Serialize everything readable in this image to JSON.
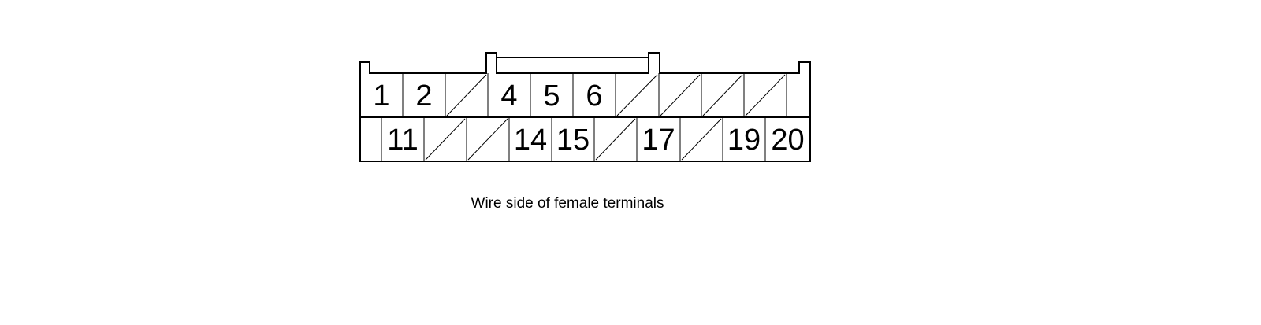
{
  "diagram": {
    "caption": "Wire side of female terminals",
    "line_color": "#000000",
    "background_color": "#ffffff",
    "rows": [
      {
        "name": "upper-row",
        "cells": [
          "1",
          "2",
          "",
          "4",
          "5",
          "6",
          "",
          "",
          "",
          "",
          ""
        ]
      },
      {
        "name": "lower-row",
        "cells": [
          "",
          "11",
          "",
          "",
          "14",
          "15",
          "",
          "17",
          "",
          "19",
          "20"
        ]
      }
    ],
    "unused_cell_marker": "diagonal-slash"
  }
}
